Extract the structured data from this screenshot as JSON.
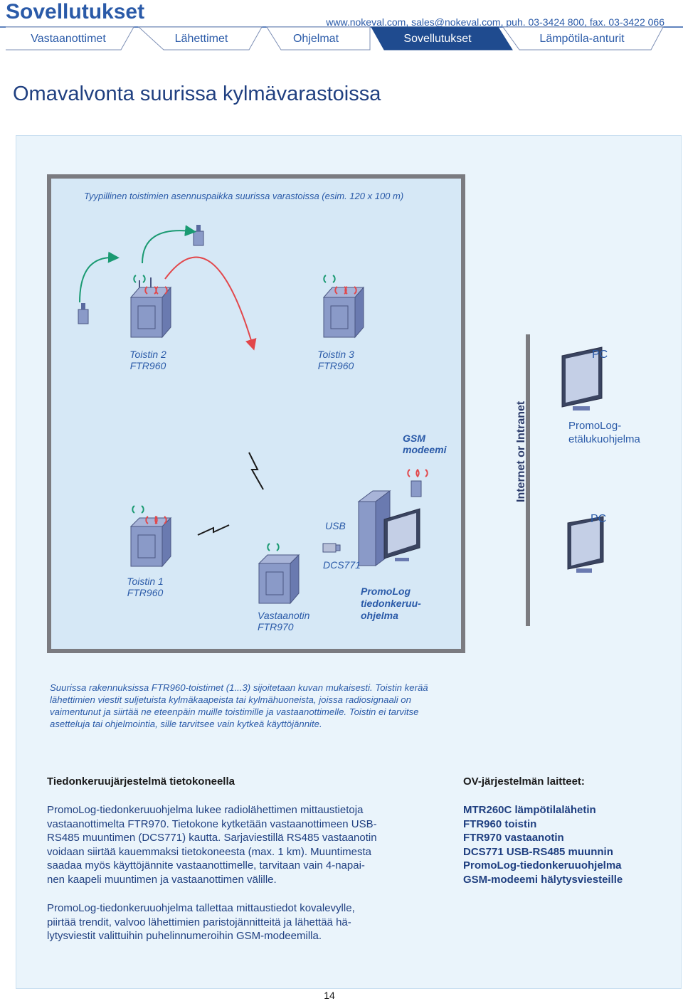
{
  "header": {
    "brand": "Sovellutukset",
    "contact": "www.nokeval.com, sales@nokeval.com, puh. 03-3424 800, fax. 03-3422 066",
    "tabs": [
      {
        "label": "Vastaanottimet",
        "active": false
      },
      {
        "label": "Lähettimet",
        "active": false
      },
      {
        "label": "Ohjelmat",
        "active": false
      },
      {
        "label": "Sovellutukset",
        "active": true
      },
      {
        "label": "Lämpötila-anturit",
        "active": false
      }
    ]
  },
  "page": {
    "title": "Omavalvonta suurissa kylmävarastoissa",
    "number": "14"
  },
  "diagram": {
    "caption_top": "Tyypillinen toistimien asennuspaikka suurissa varastoissa (esim. 120 x 100 m)",
    "toistin2": [
      "Toistin 2",
      "FTR960"
    ],
    "toistin3": [
      "Toistin 3",
      "FTR960"
    ],
    "toistin1": [
      "Toistin 1",
      "FTR960"
    ],
    "vastaanotin": [
      "Vastaanotin",
      "FTR970"
    ],
    "gsm": [
      "GSM",
      "modeemi"
    ],
    "usb": "USB",
    "dcs": "DCS771",
    "promolog": [
      "PromoLog",
      "tiedonkeruu-",
      "ohjelma"
    ],
    "internet": "Internet or Intranet",
    "pc_top": "PC",
    "pc_bottom": "PC",
    "remote": [
      "PromoLog-",
      "etälukuohjelma"
    ]
  },
  "caption_lines": [
    "Suurissa rakennuksissa FTR960-toistimet (1...3) sijoitetaan kuvan mukaisesti. Toistin kerää",
    "lähettimien viestit suljetuista kylmäkaapeista tai kylmähuoneista, joissa radiosignaali on",
    "vaimentunut ja siirtää ne eteenpäin muille toistimille ja vastaanottimelle. Toistin ei tarvitse",
    "asetteluja tai ohjelmointia, sille tarvitsee vain kytkeä käyttöjännite."
  ],
  "left_section": {
    "heading": "Tiedonkeruujärjestelmä tietokoneella",
    "p1_lines": [
      "PromoLog-tiedonkeruuohjelma lukee radiolähettimen mittaustietoja",
      "vastaanottimelta FTR970. Tietokone kytketään vastaanottimeen USB-",
      "RS485 muuntimen (DCS771) kautta. Sarjaviestillä RS485 vastaanotin",
      "voidaan siirtää kauemmaksi tietokoneesta (max. 1 km). Muuntimesta",
      "saadaa myös käyttöjännite vastaanottimelle, tarvitaan vain 4-napai-",
      "nen kaapeli muuntimen ja vastaanottimen välille."
    ],
    "p2_lines": [
      "PromoLog-tiedonkeruuohjelma tallettaa mittaustiedot kovalevylle,",
      "piirtää trendit, valvoo lähettimien paristojännitteitä ja lähettää hä-",
      "lytysviestit valittuihin puhelinnumeroihin GSM-modeemilla."
    ]
  },
  "right_section": {
    "heading": "OV-järjestelmän laitteet:",
    "items": [
      "MTR260C lämpötilalähetin",
      "FTR960 toistin",
      "FTR970 vastaanotin",
      "DCS771 USB-RS485 muunnin",
      "PromoLog-tiedonkeruuohjelma",
      "GSM-modeemi hälytysviesteille"
    ]
  },
  "colors": {
    "brand": "#2a5aa8",
    "active_tab": "#1f4b8f",
    "signal_green": "#1a9a72",
    "signal_red": "#e2474b",
    "device": "#8a9ac8",
    "panel": "#eaf4fb",
    "diagram": "#d6e8f6"
  }
}
